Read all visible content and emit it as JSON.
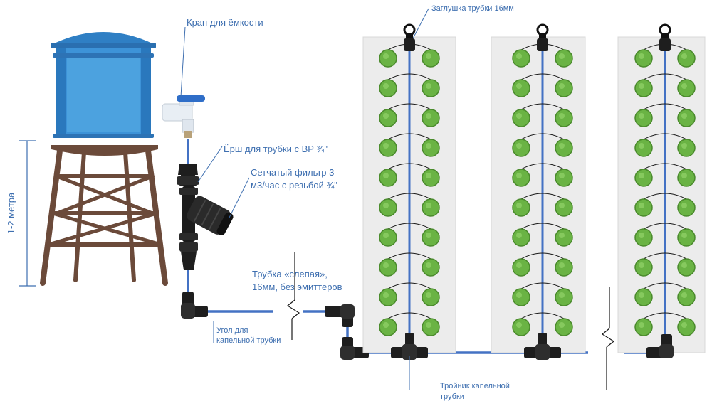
{
  "labels": {
    "tank_tap": "Кран для ёмкости",
    "hose_barb": "Ёрш для трубки с ВР ¾\"",
    "filter_line1": "Сетчатый фильтр 3",
    "filter_line2": "м3/час с резьбой ¾\"",
    "blind_tube_line1": "Трубка «слепая»,",
    "blind_tube_line2": "16мм, без эмиттеров",
    "elbow_line1": "Угол для",
    "elbow_line2": "капельной трубки",
    "end_plug": "Заглушка трубки 16мм",
    "tee_line1": "Тройник капельной",
    "tee_line2": "трубки",
    "height": "1-2 метра"
  },
  "colors": {
    "label_text": "#3e6fb0",
    "tube": "#4472c4",
    "plant": "#6ab344",
    "tank": "#3d93d8",
    "stand": "#6b4a3a",
    "bed": "#ececec"
  },
  "beds": {
    "count": 3,
    "rows_per_bed": 10,
    "plants_per_row": 2
  },
  "icons": [
    "water-tank-icon",
    "tap-icon",
    "hose-barb-icon",
    "disc-filter-icon",
    "elbow-fitting-icon",
    "tee-fitting-icon",
    "end-plug-icon",
    "plant-icon"
  ]
}
